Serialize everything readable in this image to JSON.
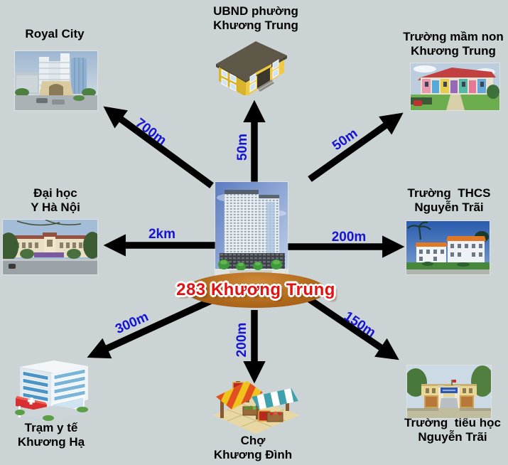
{
  "colors": {
    "background": "#ccd3d4",
    "arrow": "#000000",
    "distance_text": "#1414d2",
    "badge_fill": "#ad671b",
    "badge_text": "#e21212"
  },
  "center": {
    "badge": "283 Khương Trung"
  },
  "nodes": {
    "royal_city": {
      "label": "Royal City",
      "distance": "700m"
    },
    "ubnd": {
      "line1": "UBND phường",
      "line2": "Khương Trung",
      "distance": "50m"
    },
    "mam_non": {
      "line1": "Trường mầm non",
      "line2": "Khương Trung",
      "distance": "50m"
    },
    "dai_hoc": {
      "line1": "Đại học",
      "line2": "Y Hà Nội",
      "distance": "2km"
    },
    "thcs": {
      "line1": "Trường  THCS",
      "line2": "Nguyễn Trãi",
      "distance": "200m"
    },
    "tram_y_te": {
      "line1": "Trạm y tế",
      "line2": "Khương Hạ",
      "distance": "300m"
    },
    "cho": {
      "line1": "Chợ",
      "line2": "Khương Đình",
      "distance": "200m"
    },
    "tieu_hoc": {
      "line1": "Trường  tiểu học",
      "line2": "Nguyễn Trãi",
      "distance": "150m"
    }
  },
  "icons": {
    "ubnd": "government-building-icon",
    "tram_y_te": "hospital-building-icon",
    "cho": "market-stall-icon"
  }
}
